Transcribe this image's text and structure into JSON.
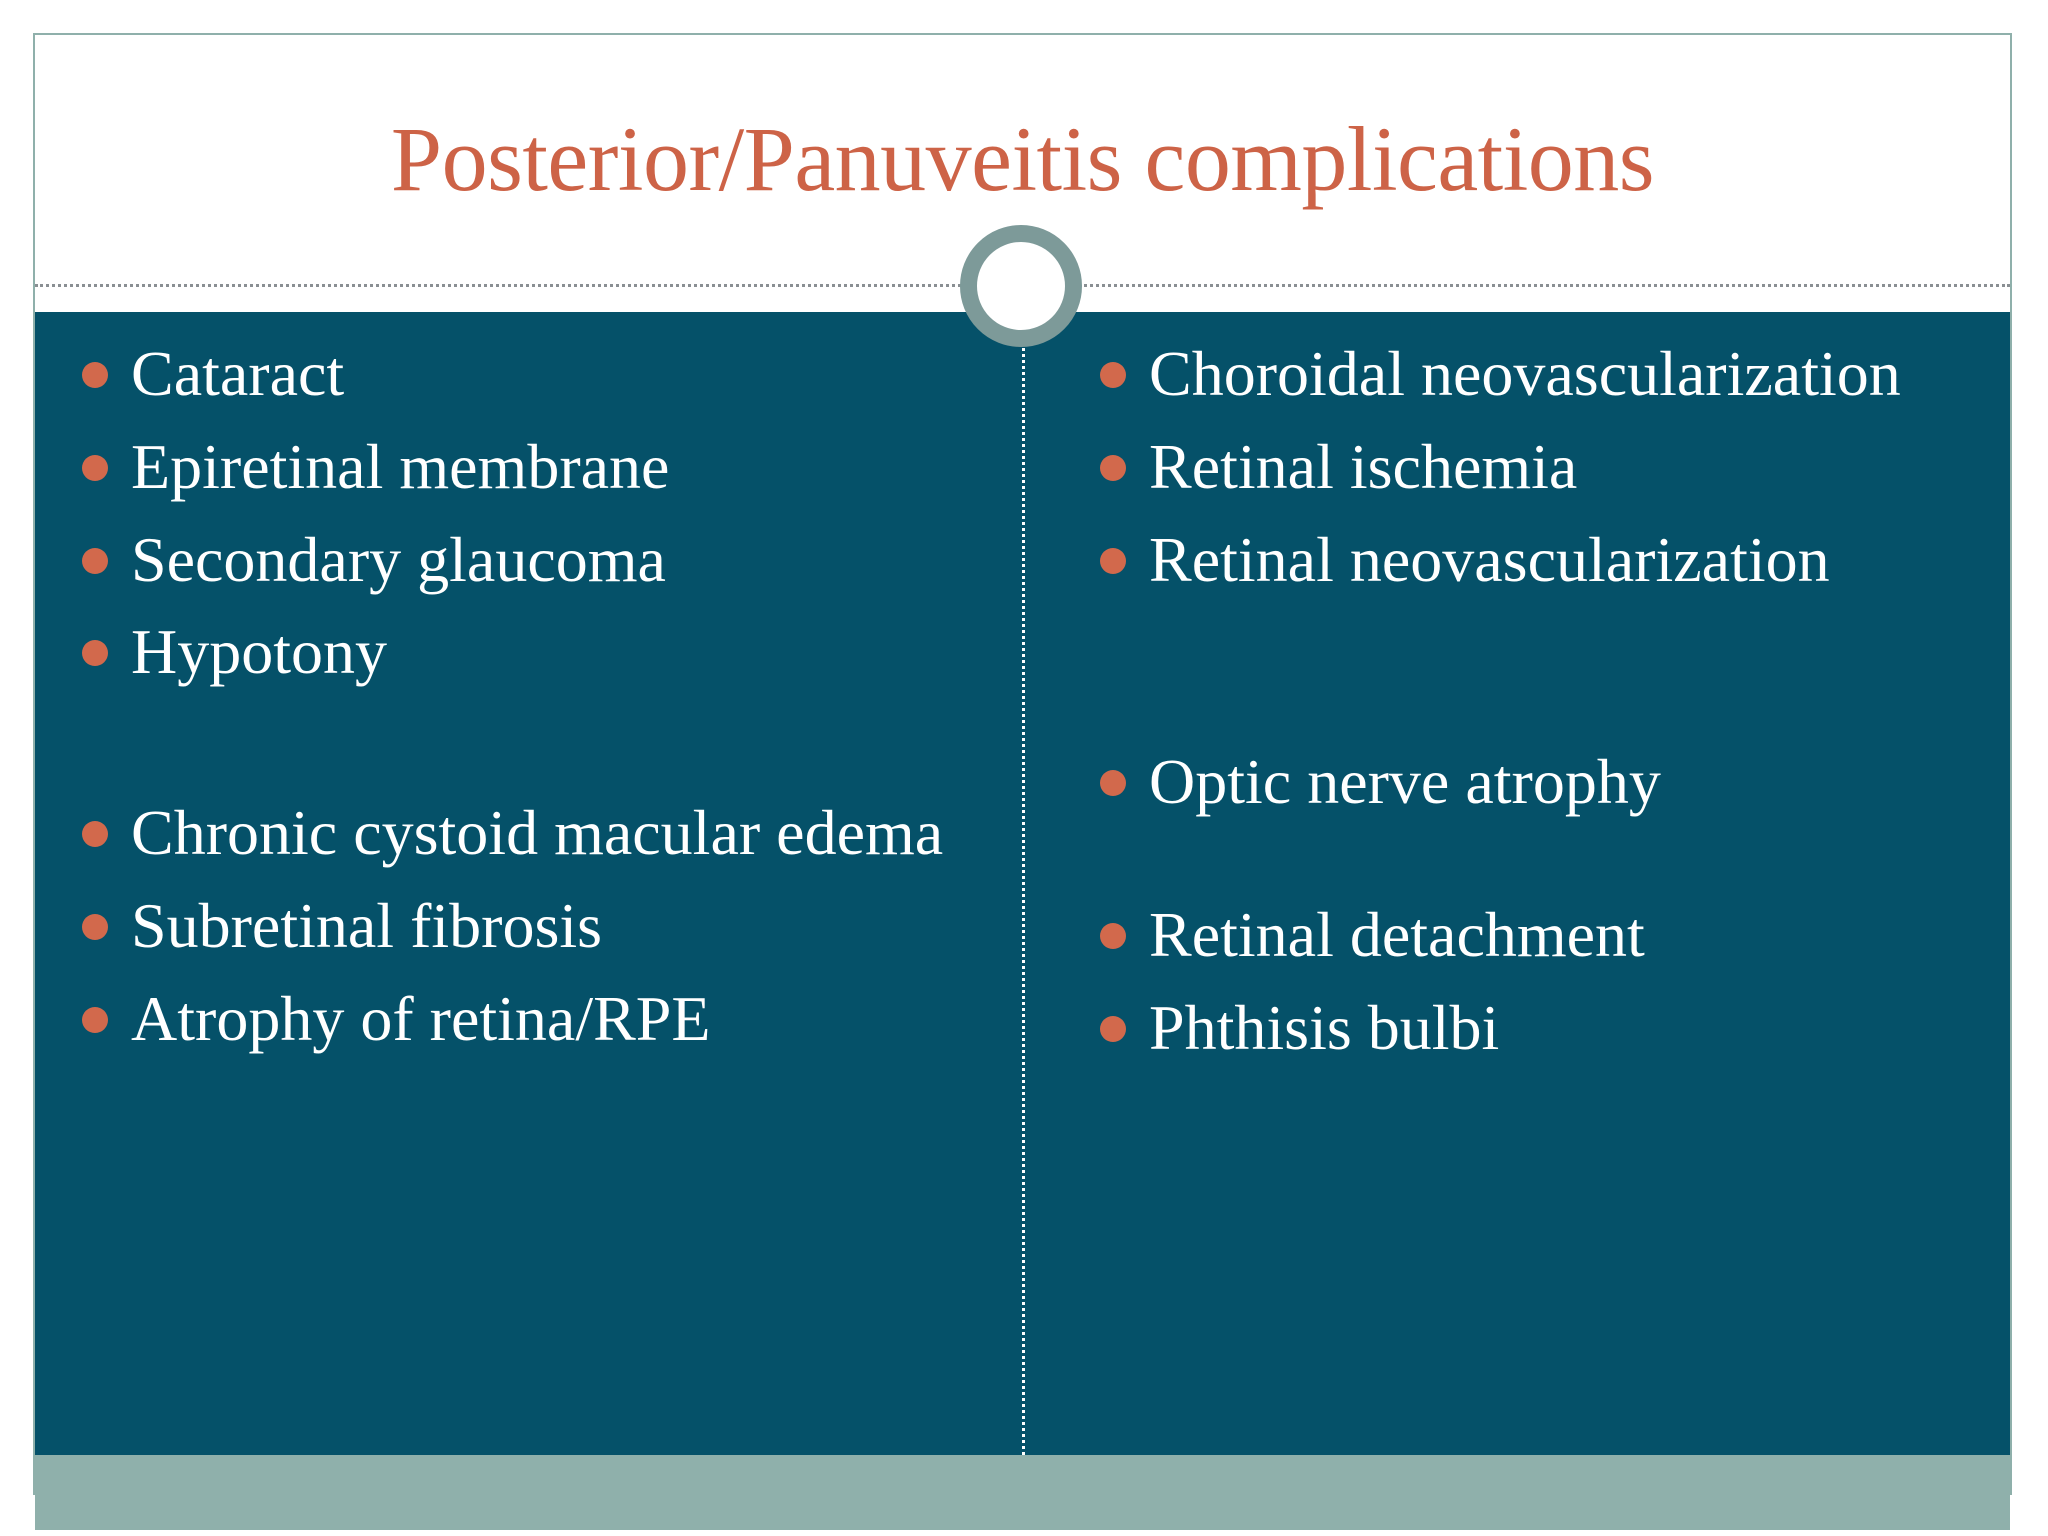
{
  "slide": {
    "title": "Posterior/Panuveitis complications",
    "colors": {
      "title_text": "#cd6347",
      "body_background": "#055169",
      "footer_band": "#8fb0ab",
      "frame_border": "#8fb0ab",
      "bullet_dot": "#d2694c",
      "body_text": "#ffffff",
      "ring_stroke": "#7d9a99",
      "header_rule": "#8a8f93"
    },
    "decorations": {
      "ring": "circle-ring-decoration",
      "header_rule": "dotted-horizontal-rule",
      "column_divider": "dotted-vertical-divider"
    }
  },
  "content": {
    "left_column": {
      "group_1": [
        "Cataract",
        "Epiretinal membrane",
        "Secondary glaucoma",
        "Hypotony"
      ],
      "group_2": [
        "Chronic cystoid macular edema",
        "Subretinal fibrosis",
        "Atrophy of retina/RPE"
      ]
    },
    "right_column": {
      "group_1": [
        "Choroidal neovascularization",
        "Retinal ischemia",
        "Retinal neovascularization"
      ],
      "group_2": [
        "Optic nerve atrophy"
      ],
      "group_3": [
        "Retinal detachment",
        "Phthisis bulbi"
      ]
    }
  }
}
